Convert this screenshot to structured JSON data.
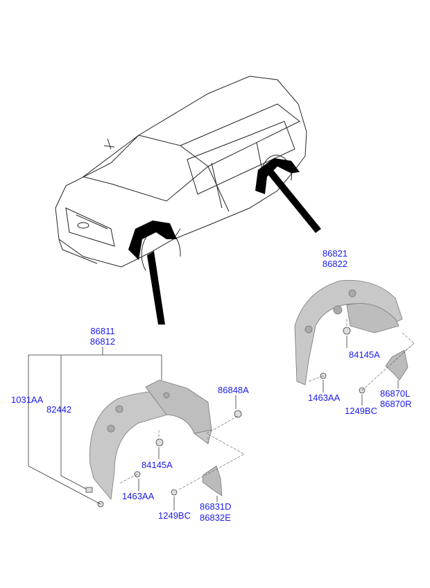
{
  "label_color": "#1a1aee",
  "front_group": {
    "liner_part": [
      "86811",
      "86812"
    ],
    "clip_1031": "1031AA",
    "nut_82442": "82442",
    "clip_86848": "86848A",
    "grommet": "84145A",
    "screw_1463": "1463AA",
    "bolt_1249": "1249BC",
    "mudguard": [
      "86831D",
      "86832E"
    ]
  },
  "rear_group": {
    "liner_part": [
      "86821",
      "86822"
    ],
    "grommet": "84145A",
    "screw_1463": "1463AA",
    "bolt_1249": "1249BC",
    "mudguard": [
      "86870L",
      "86870R"
    ]
  }
}
